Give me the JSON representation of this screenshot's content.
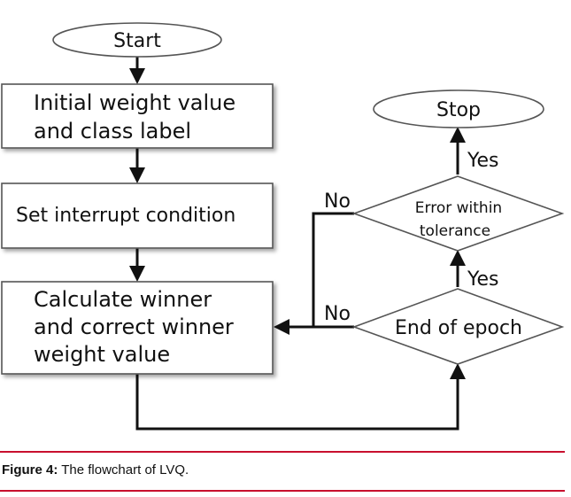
{
  "nodes": {
    "start": "Start",
    "init": [
      "Initial weight value",
      "and class label"
    ],
    "interrupt": "Set interrupt condition",
    "winner": [
      "Calculate winner",
      "and correct winner",
      "weight value"
    ],
    "epoch": "End of epoch",
    "error": [
      "Error within",
      "tolerance"
    ],
    "stop": "Stop"
  },
  "edge_labels": {
    "error_yes": "Yes",
    "error_no": "No",
    "epoch_yes": "Yes",
    "epoch_no": "No"
  },
  "caption": {
    "label": "Figure 4:",
    "text": " The flowchart of LVQ."
  },
  "colors": {
    "caption_rule": "#c8102e",
    "shape_border": "#555555",
    "edge": "#111111"
  }
}
